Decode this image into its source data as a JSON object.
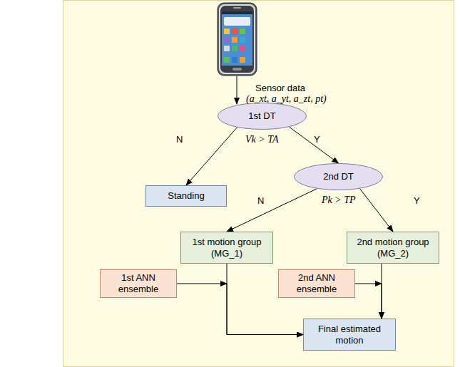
{
  "diagram": {
    "nodes": [
      {
        "text": [
          "1st DT"
        ]
      },
      {
        "text": [
          "Standing"
        ]
      },
      {
        "text": [
          "2nd DT"
        ]
      },
      {
        "text": [
          "1st motion group (MG_1)"
        ]
      },
      {
        "text": [
          "2nd motion group (MG_2)"
        ]
      },
      {
        "text": [
          "1st ANN ensemble"
        ]
      },
      {
        "text": [
          "2nd ANN ensemble"
        ]
      },
      {
        "text": [
          "Final estimated motion"
        ]
      }
    ],
    "edges": [
      {
        "from": 0,
        "to": 1,
        "label": "N",
        "arrow": "to"
      },
      {
        "from": 0,
        "to": 2,
        "label": "Y",
        "arrow": "to"
      },
      {
        "from": 2,
        "to": 3,
        "label": "N",
        "arrow": "to"
      },
      {
        "from": 2,
        "to": 4,
        "label": "Y",
        "arrow": "to"
      },
      {
        "from": 3,
        "to": 7,
        "arrow": "to"
      },
      {
        "from": 5,
        "to": 7,
        "arrow": "to"
      },
      {
        "from": 4,
        "to": 7,
        "arrow": "to"
      },
      {
        "from": 6,
        "to": 7,
        "arrow": "to"
      }
    ],
    "labels": [
      "Sensor data",
      "(a_xt, a_yt, a_zt, pt)",
      "Vk > TA",
      "Pk > TP"
    ]
  }
}
